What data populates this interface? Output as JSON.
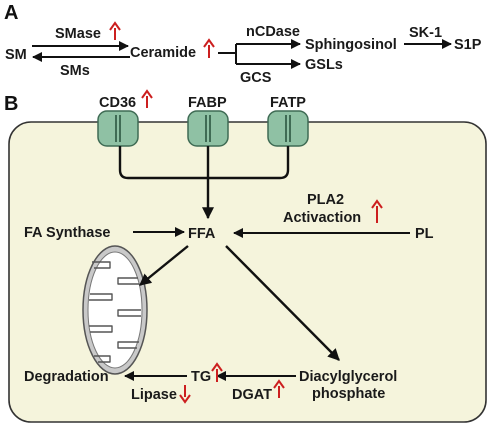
{
  "panel_a": {
    "letter": "A",
    "nodes": {
      "sm": "SM",
      "ceramide": "Ceramide",
      "sphingosinol": "Sphingosinol",
      "s1p": "S1P",
      "gsls": "GSLs"
    },
    "enzymes": {
      "smase": "SMase",
      "sms": "SMs",
      "ncdase": "nCDase",
      "gcs": "GCS",
      "sk1": "SK-1"
    }
  },
  "panel_b": {
    "letter": "B",
    "transporters": {
      "cd36": "CD36",
      "fabp": "FABP",
      "fatp": "FATP"
    },
    "nodes": {
      "ffa": "FFA",
      "fa_synthase": "FA Synthase",
      "pl": "PL",
      "pla2_line1": "PLA2",
      "pla2_line2": "Activaction",
      "degradation": "Degradation",
      "tg": "TG",
      "diacylglycerol_line1": "Diacylglycerol",
      "diacylglycerol_line2": "phosphate"
    },
    "enzymes": {
      "lipase": "Lipase",
      "dgat": "DGAT"
    }
  },
  "colors": {
    "cell_fill": "#f5f4dc",
    "transporter_fill": "#8fc1a4",
    "transporter_stroke": "#3f6b54",
    "arrow": "#111111",
    "up_arrow": "#cc1f1f",
    "down_arrow": "#cc1f1f",
    "mito_fill": "#c9c9c9"
  },
  "icons": {
    "increase": "red-up-arrow-icon",
    "decrease": "red-down-arrow-icon"
  }
}
